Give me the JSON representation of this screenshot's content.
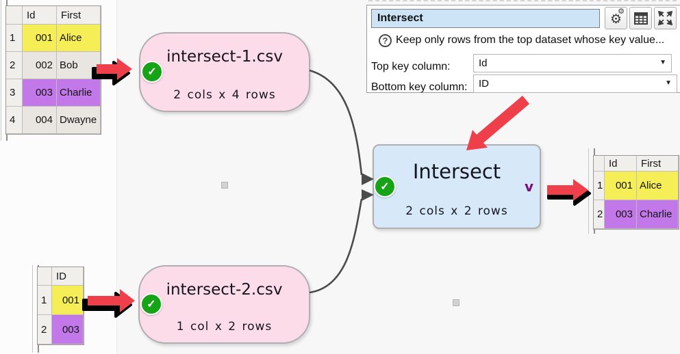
{
  "colors": {
    "canvas_bg": "#f7f7f7",
    "side_bg": "#fcfcfc",
    "node_pink": "#fbdce8",
    "node_blue": "#d7e9f8",
    "node_border": "#b0aeb0",
    "node_text": "#15151f",
    "connector": "#4b4b4b",
    "check_green": "#16a316",
    "caret_purple": "#790d79",
    "arrow_red": "#ee3f4a",
    "row_yellow": "#f6ee56",
    "row_purple": "#c278e9",
    "row_gray": "#e9e6e2",
    "header_bg": "#f1efec",
    "grid_border": "#bfbcb9",
    "panel_border": "#9b9b9b",
    "title_input_bg": "#cde3f6",
    "dot_gray": "#b5b5b5"
  },
  "icons": {
    "check": "✓",
    "dropdown": "▼",
    "help": "?",
    "gear": "⚙"
  },
  "panel": {
    "title_value": "Intersect",
    "help_text": "Keep only rows from the top dataset whose key value...",
    "fields": [
      {
        "label": "Top key column:",
        "value": "Id"
      },
      {
        "label": "Bottom key column:",
        "value": "ID"
      }
    ]
  },
  "nodes": {
    "input1": {
      "title": "intersect-1.csv",
      "subtitle": "2 cols x 4 rows"
    },
    "input2": {
      "title": "intersect-2.csv",
      "subtitle": "1 col x 2 rows"
    },
    "transform": {
      "title": "Intersect",
      "subtitle": "2 cols x 2 rows",
      "caret": "v"
    }
  },
  "tables": {
    "source1": {
      "headers": [
        "Id",
        "First"
      ],
      "rows": [
        {
          "num": "1",
          "cells": [
            "001",
            "Alice"
          ],
          "highlight": "yellow"
        },
        {
          "num": "2",
          "cells": [
            "002",
            "Bob"
          ],
          "highlight": "none"
        },
        {
          "num": "3",
          "cells": [
            "003",
            "Charlie"
          ],
          "highlight": "purple"
        },
        {
          "num": "4",
          "cells": [
            "004",
            "Dwayne"
          ],
          "highlight": "none"
        }
      ]
    },
    "source2": {
      "headers": [
        "ID"
      ],
      "rows": [
        {
          "num": "1",
          "cells": [
            "001"
          ],
          "highlight": "yellow"
        },
        {
          "num": "2",
          "cells": [
            "003"
          ],
          "highlight": "purple"
        }
      ]
    },
    "result": {
      "headers": [
        "Id",
        "First"
      ],
      "rows": [
        {
          "num": "1",
          "cells": [
            "001",
            "Alice"
          ],
          "highlight": "yellow"
        },
        {
          "num": "2",
          "cells": [
            "003",
            "Charlie"
          ],
          "highlight": "purple"
        }
      ]
    }
  }
}
